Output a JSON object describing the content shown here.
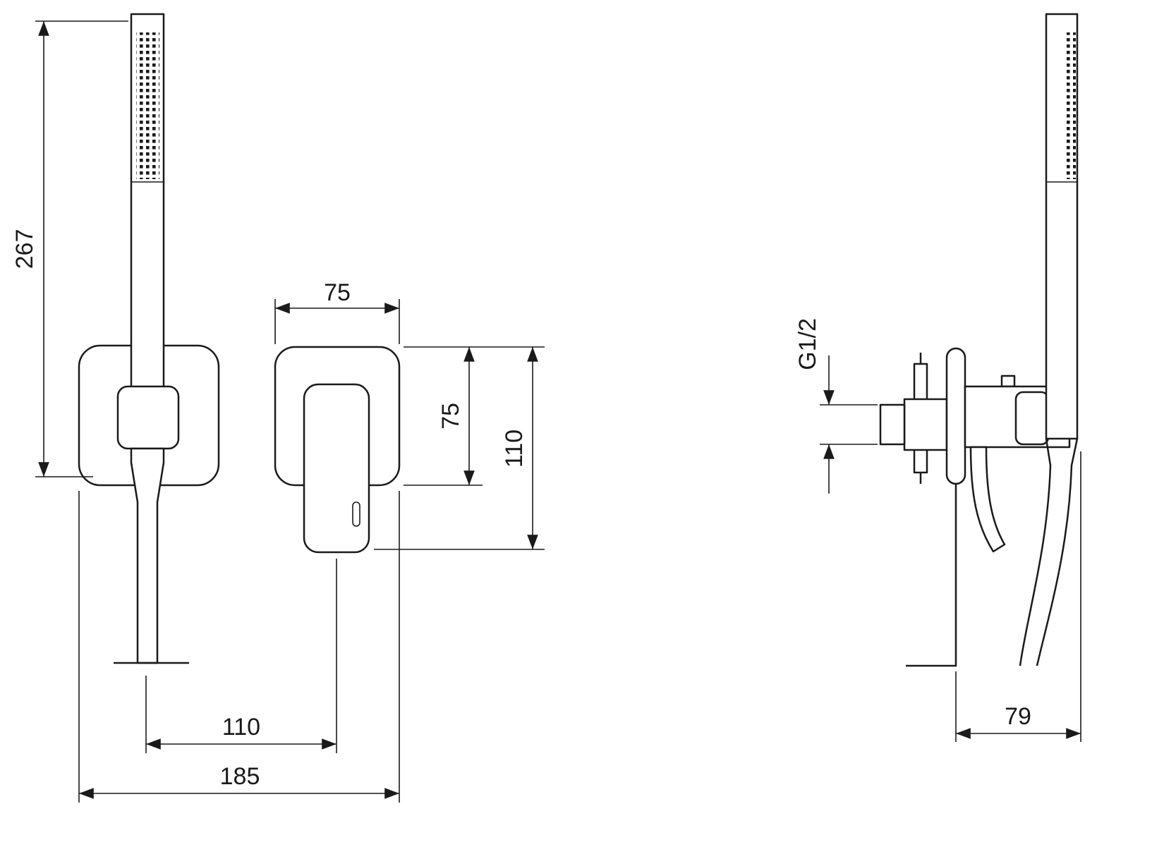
{
  "drawing": {
    "type": "technical-dimension-drawing",
    "subject": "wall-mounted shower mixer with hand shower set",
    "views": [
      "front-view-hand-shower-with-holder",
      "front-view-mixer-plate",
      "side-view-assembly"
    ],
    "line_color": "#1a1a1a",
    "background_color": "#ffffff"
  },
  "dims": {
    "overall_height": "267",
    "plate_width": "75",
    "plate_height": "75",
    "handle_extent": "110",
    "center_distance": "110",
    "overall_width": "185",
    "thread_size": "G1/2",
    "wall_clearance": "79"
  }
}
